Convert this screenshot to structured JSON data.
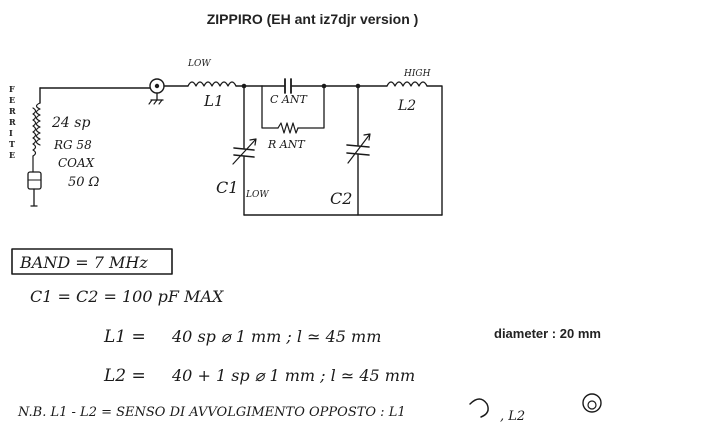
{
  "title": "ZIPPIRO (EH ant iz7djr version )",
  "diameter_note": "diameter : 20 mm",
  "schematic": {
    "ferrite_label": "FERRITE",
    "coax_note": [
      "24 sp",
      "RG 58",
      "COAX",
      "50 Ω"
    ],
    "l1_low_tag": "LOW",
    "l1_label": "L1",
    "cant_label": "C ANT",
    "rant_label": "R ANT",
    "l2_high_tag": "HIGH",
    "l2_label": "L2",
    "c1_label": "C1",
    "c1_low_tag": "LOW",
    "c2_label": "C2"
  },
  "notes": {
    "band": "BAND = 7 MHz",
    "caps": "C1 = C2 = 100 pF MAX",
    "l1_prefix": "L1 =",
    "l1_value": "40 sp ⌀ 1 mm ; l ≃ 45 mm",
    "l2_prefix": "L2 =",
    "l2_value": "40 + 1 sp ⌀ 1 mm ; l ≃ 45 mm",
    "nb": "N.B.  L1 - L2 = SENSO DI AVVOLGIMENTO OPPOSTO :  L1",
    "nb_tail": ",  L2"
  },
  "colors": {
    "ink": "#1a1a1a",
    "typed_text": "#222222",
    "background": "#ffffff"
  }
}
